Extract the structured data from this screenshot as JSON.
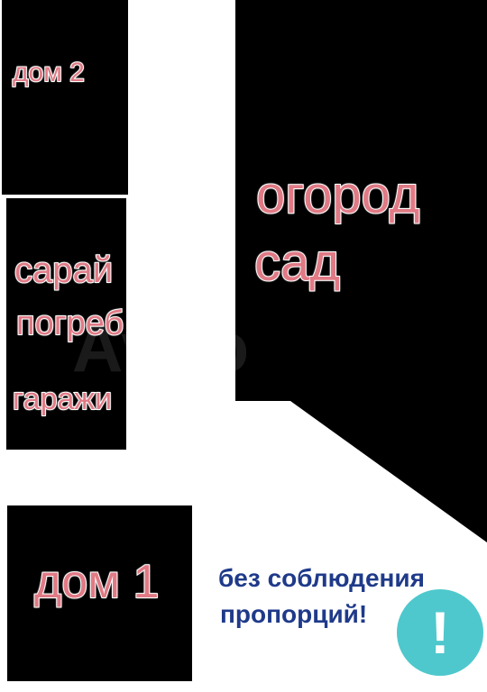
{
  "labels": {
    "house2": "дом 2",
    "saray": "сарай",
    "pogreb": "погреб",
    "garazhi": "гаражи",
    "ogorod": "огород",
    "sad": "сад",
    "house1": "дом 1"
  },
  "note": {
    "line1": "без соблюдения",
    "line2": "пропорций!"
  },
  "watermark": "Avito",
  "icons": {
    "warning": "exclamation-icon"
  },
  "colors": {
    "block": "#000000",
    "label_pink": "#e07a85",
    "note_blue": "#1f3a8a",
    "icon_teal": "#4ec8cc"
  }
}
